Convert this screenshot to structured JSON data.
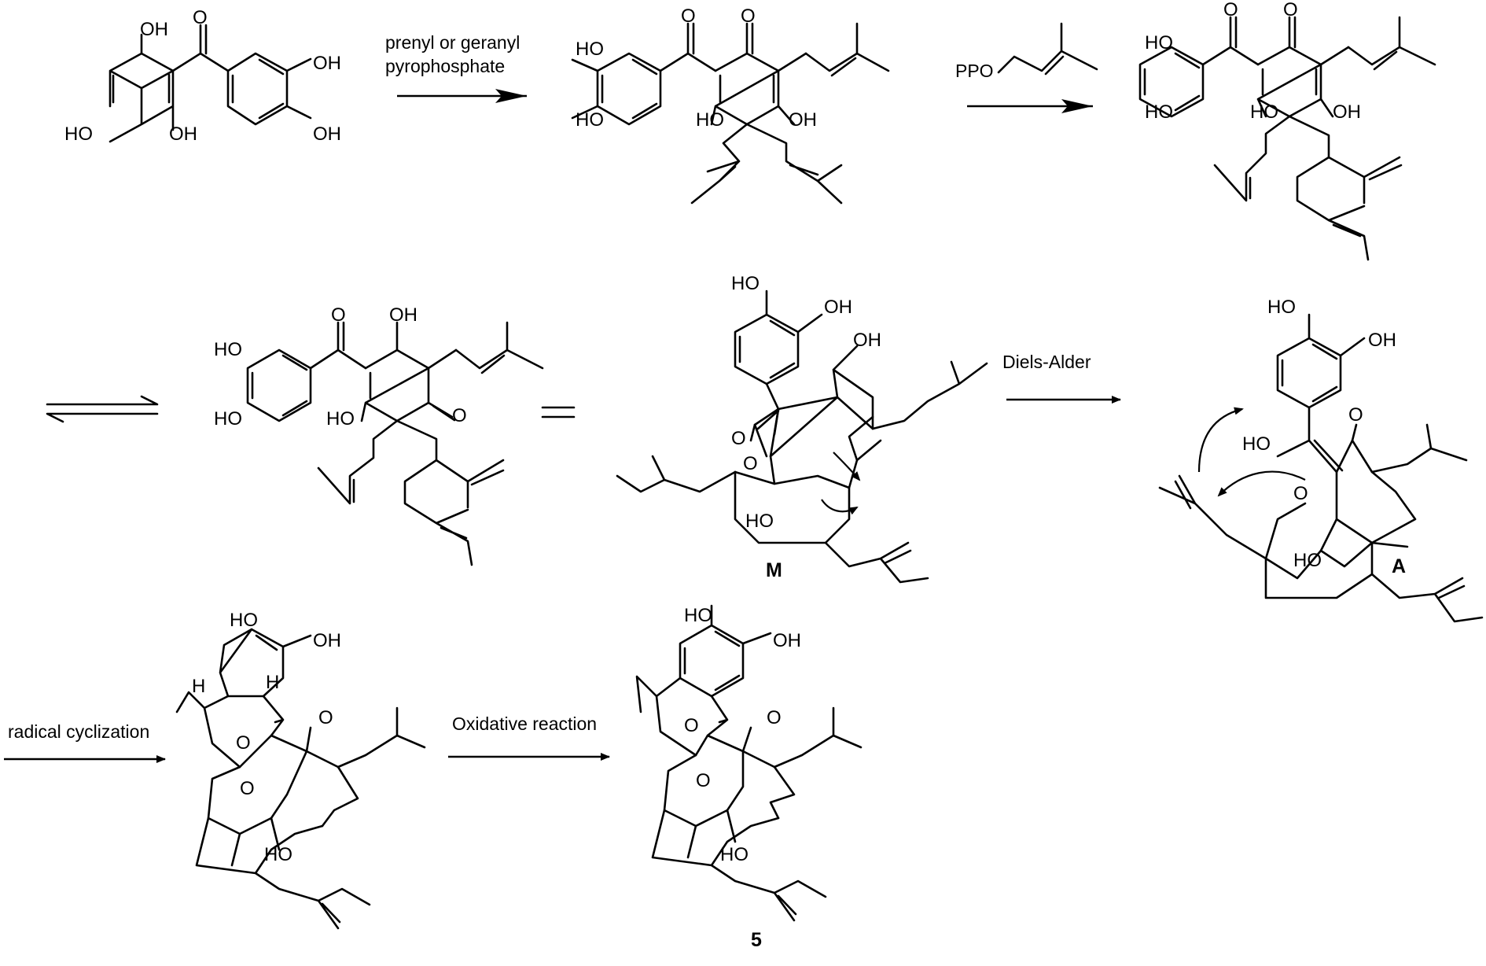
{
  "reactions": [
    {
      "name": "step-1",
      "conditions": [
        "prenyl or geranyl",
        "pyrophosphate"
      ]
    },
    {
      "name": "step-2",
      "conditions": [
        "PPO"
      ]
    },
    {
      "name": "step-4",
      "conditions": [
        "Diels-Alder"
      ]
    },
    {
      "name": "step-5",
      "conditions": [
        "radical cyclization"
      ]
    },
    {
      "name": "step-6",
      "conditions": [
        "Oxidative reaction"
      ]
    }
  ],
  "compound_labels": {
    "M": "M",
    "A": "A",
    "five": "5"
  },
  "atoms": {
    "OH": "OH",
    "HO": "HO",
    "O": "O",
    "H": "H"
  }
}
